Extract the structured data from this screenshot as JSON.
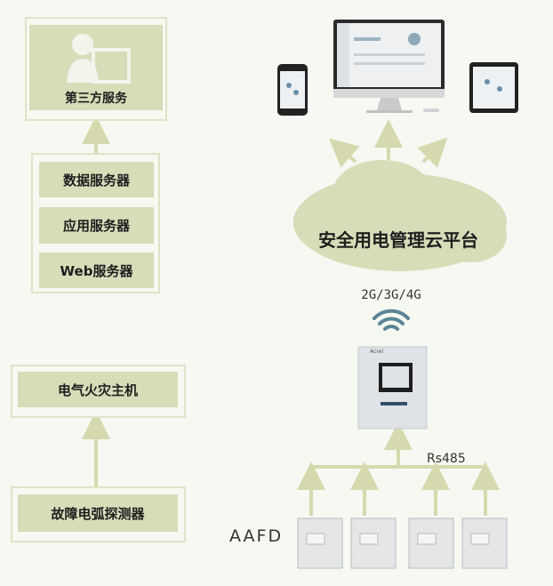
{
  "left_column": {
    "third_party": "第三方服务",
    "servers": [
      "数据服务器",
      "应用服务器",
      "Web服务器"
    ],
    "fire_host": "电气火灾主机",
    "detector": "故障电弧探测器"
  },
  "right_column": {
    "cloud": "安全用电管理云平台",
    "network": "2G/3G/4G",
    "bus": "Rs485",
    "device_label": "AAFD",
    "cabinet_brand": "Acrel"
  },
  "colors": {
    "box": "#d8dcb8",
    "arrow": "#d8dcb0",
    "wifi": "#5b8597",
    "bg": "#f6f9f1"
  }
}
